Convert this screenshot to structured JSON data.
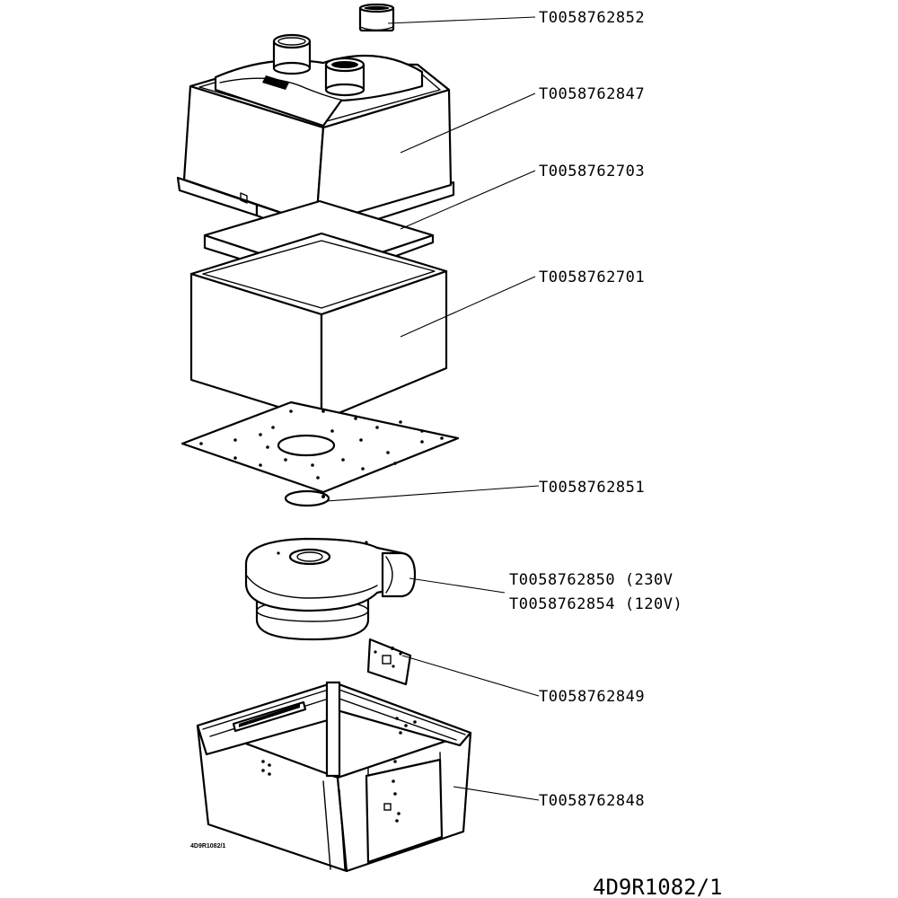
{
  "parts": [
    {
      "code": "T0058762852",
      "depicts": "cap"
    },
    {
      "code": "T0058762847",
      "depicts": "cover"
    },
    {
      "code": "T0058762703",
      "depicts": "insulation-plate"
    },
    {
      "code": "T0058762701",
      "depicts": "insulation-block"
    },
    {
      "code": "T0058762851",
      "depicts": "gasket"
    },
    {
      "code": "T0058762850 (230V",
      "depicts": "fan"
    },
    {
      "code": "T0058762854 (120V)",
      "depicts": "fan"
    },
    {
      "code": "T0058762849",
      "depicts": "control-board"
    },
    {
      "code": "T0058762848",
      "depicts": "base-housing"
    }
  ],
  "housing_code": "4D9R1082/1",
  "drawing_code": "4D9R1082/1"
}
